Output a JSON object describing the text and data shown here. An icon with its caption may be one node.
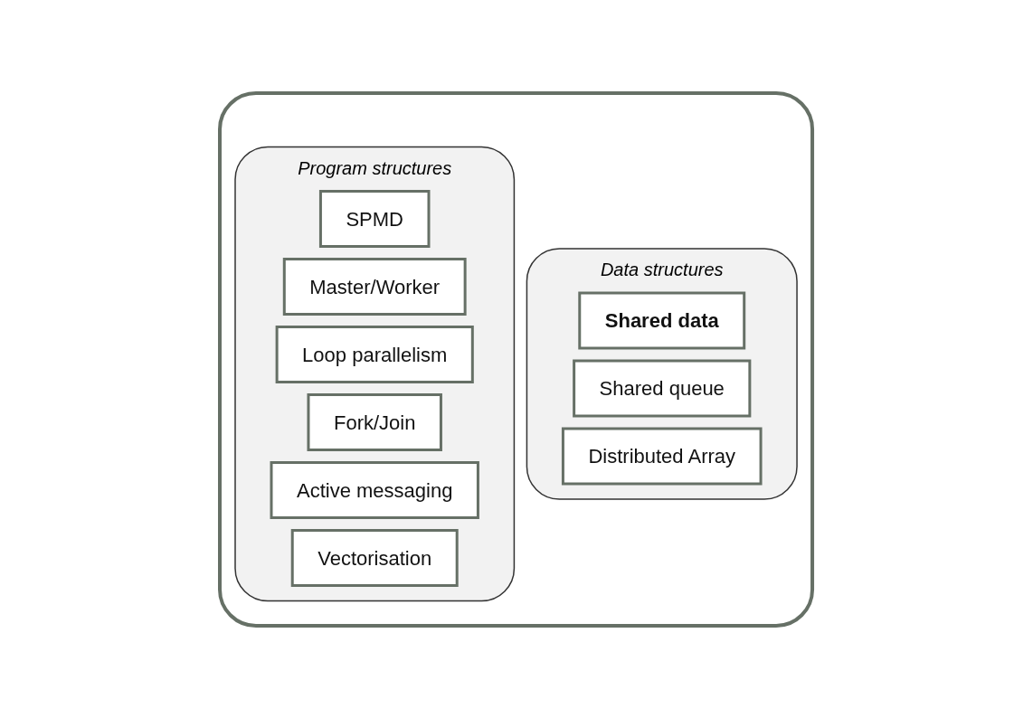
{
  "diagram": {
    "nodes": [
      {
        "text": [],
        "shape": "box"
      },
      {
        "text": [
          "Program structures"
        ],
        "in": 0
      },
      {
        "text": [
          "SPMD"
        ],
        "in": 1
      },
      {
        "text": [
          "Master/Worker"
        ],
        "in": 1
      },
      {
        "text": [
          "Loop parallelism"
        ],
        "in": 1
      },
      {
        "text": [
          "Fork/Join"
        ],
        "in": 1
      },
      {
        "text": [
          "Active messaging"
        ],
        "in": 1
      },
      {
        "text": [
          "Vectorisation"
        ],
        "in": 1
      },
      {
        "text": [
          "Data structures"
        ],
        "in": 0
      },
      {
        "text": [
          "Shared data"
        ],
        "in": 8
      },
      {
        "text": [
          "Shared queue"
        ],
        "in": 8
      },
      {
        "text": [
          "Distributed Array"
        ],
        "in": 8
      }
    ],
    "edges": []
  }
}
